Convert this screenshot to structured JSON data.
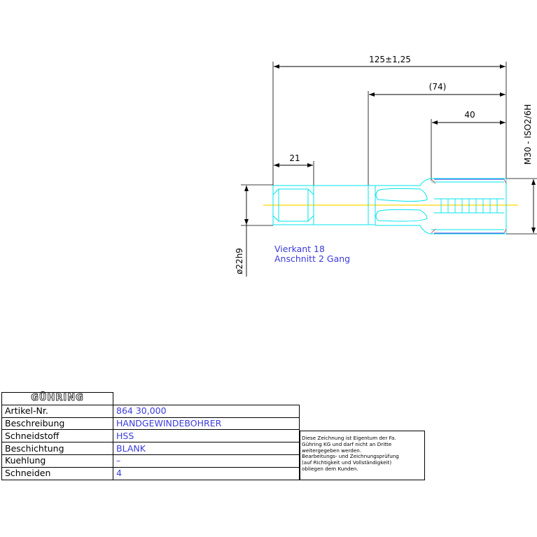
{
  "drawing": {
    "dim_total": "125±1,25",
    "dim_74": "(74)",
    "dim_40": "40",
    "dim_21": "21",
    "dim_diameter": "ø22h9",
    "dim_thread": "M30 - ISO2/6H",
    "note_line1": "Vierkant 18",
    "note_line2": "Anschnitt 2 Gang",
    "colors": {
      "outline": "#00e5ee",
      "thread": "#3b3bdb",
      "centerline": "#ffd700",
      "dim": "#000000"
    }
  },
  "title_block": {
    "logo": "GÜHRING",
    "rows": [
      {
        "label": "Artikel-Nr.",
        "value": "864 30,000"
      },
      {
        "label": "Beschreibung",
        "value": "HANDGEWINDEBOHRER"
      },
      {
        "label": "Schneidstoff",
        "value": "HSS"
      },
      {
        "label": "Beschichtung",
        "value": "BLANK"
      },
      {
        "label": "Kuehlung",
        "value": "–"
      },
      {
        "label": "Schneiden",
        "value": "4"
      }
    ]
  },
  "disclaimer": {
    "line1": "Diese Zeichnung ist Eigentum der Fa.",
    "line2": "Gühring KG und darf nicht an Dritte",
    "line3": "weitergegeben werden.",
    "line4": "Bearbeitungs- und Zeichnungsprüfung",
    "line5": "(auf Richtigkeit und Vollständigkeit)",
    "line6": "obliegen dem Kunden."
  }
}
